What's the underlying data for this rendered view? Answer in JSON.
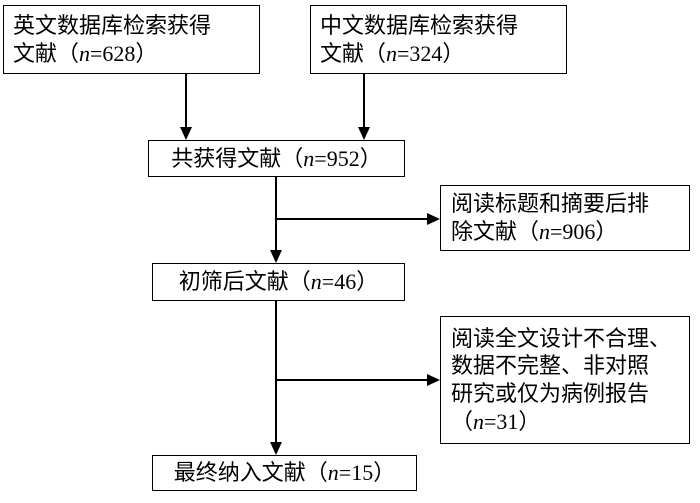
{
  "diagram": {
    "type": "prisma-flow-chart",
    "language": "zh-CN",
    "background_color": "#ffffff",
    "line_color": "#000000",
    "nodes": {
      "english_db": {
        "id": "box-english",
        "line1": "英文数据库检索获得",
        "line2_prefix": "文献（",
        "line2_italic": "n",
        "line2_suffix": "=628）",
        "count": 628
      },
      "chinese_db": {
        "id": "box-chinese",
        "line1": "中文数据库检索获得",
        "line2_prefix": "文献（",
        "line2_italic": "n",
        "line2_suffix": "=324）",
        "count": 324
      },
      "total_records": {
        "id": "box-total",
        "line1_prefix": "共获得文献（",
        "line1_italic": "n",
        "line1_suffix": "=952）",
        "count": 952
      },
      "excluded_title_abstract": {
        "id": "box-excl-title",
        "line1": "阅读标题和摘要后排",
        "line2_prefix": "除文献（",
        "line2_italic": "n",
        "line2_suffix": "=906）",
        "count": 906
      },
      "screened_records": {
        "id": "box-screened",
        "line1_prefix": "初筛后文献（",
        "line1_italic": "n",
        "line1_suffix": "=46）",
        "count": 46
      },
      "excluded_fulltext": {
        "id": "box-excl-fulltext",
        "line1": "阅读全文设计不合理、",
        "line2": "数据不完整、非对照",
        "line3": "研究或仅为病例报告",
        "line4_prefix": "（",
        "line4_italic": "n",
        "line4_suffix": "=31）",
        "count": 31
      },
      "included_studies": {
        "id": "box-included",
        "line1_prefix": "最终纳入文献（",
        "line1_italic": "n",
        "line1_suffix": "=15）",
        "count": 15
      }
    },
    "connectors": [
      {
        "name": "english-to-total",
        "from": "english_db",
        "to": "total_records",
        "style": "straight-down-arrow"
      },
      {
        "name": "chinese-to-total",
        "from": "chinese_db",
        "to": "total_records",
        "style": "straight-down-arrow"
      },
      {
        "name": "total-to-screened",
        "from": "total_records",
        "to": "screened_records",
        "style": "straight-down-arrow"
      },
      {
        "name": "total-to-excluded-title",
        "from": "total_records",
        "to": "excluded_title_abstract",
        "style": "branch-right-arrow"
      },
      {
        "name": "screened-to-included",
        "from": "screened_records",
        "to": "included_studies",
        "style": "straight-down-arrow"
      },
      {
        "name": "screened-to-excluded-fulltext",
        "from": "screened_records",
        "to": "excluded_fulltext",
        "style": "branch-right-arrow"
      }
    ]
  }
}
